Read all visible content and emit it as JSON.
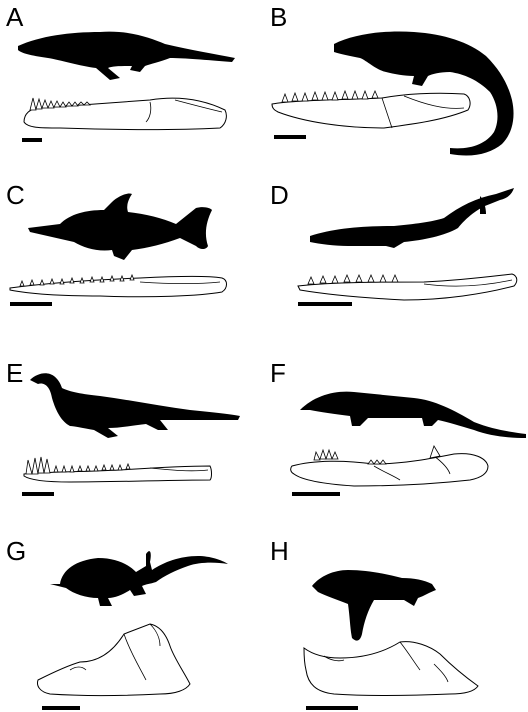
{
  "panels": [
    {
      "label": "A"
    },
    {
      "label": "B"
    },
    {
      "label": "C"
    },
    {
      "label": "D"
    },
    {
      "label": "E"
    },
    {
      "label": "F"
    },
    {
      "label": "G"
    },
    {
      "label": "H"
    }
  ],
  "colors": {
    "silhouette": "#000000",
    "jaw_fill": "#ffffff",
    "line": "#000000"
  }
}
